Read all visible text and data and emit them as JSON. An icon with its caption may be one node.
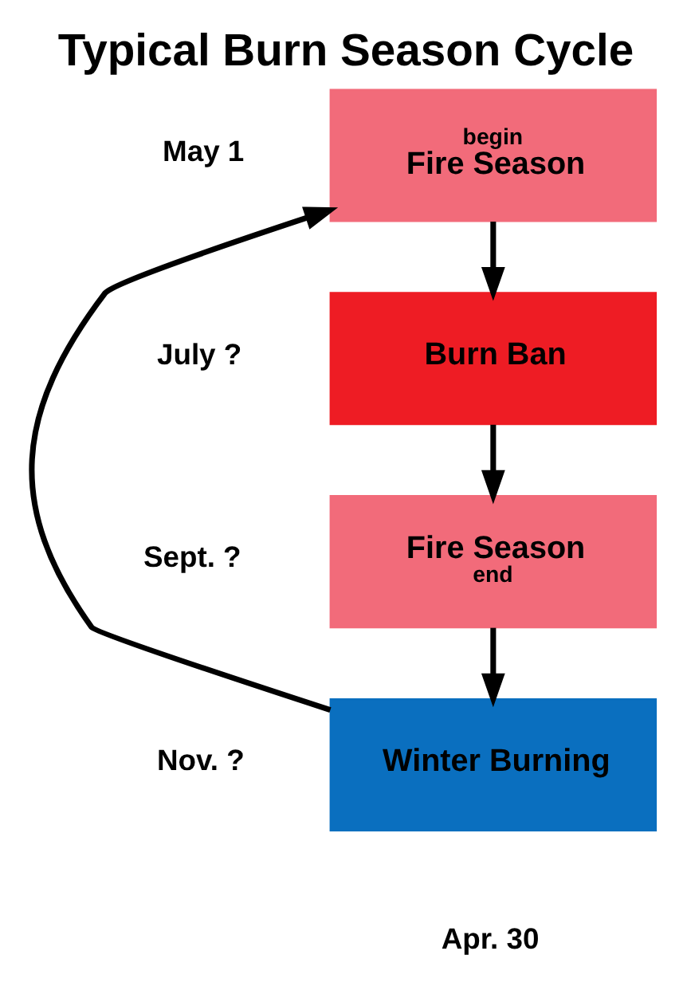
{
  "diagram": {
    "title": "Typical Burn Season Cycle",
    "nodes": [
      {
        "text": [
          "begin",
          "Fire Season"
        ],
        "beside": [
          "May 1"
        ]
      },
      {
        "text": [
          "Burn Ban"
        ],
        "beside": [
          "July ?"
        ]
      },
      {
        "text": [
          "Fire Season",
          "end"
        ],
        "beside": [
          "Sept. ?"
        ]
      },
      {
        "text": [
          "Winter Burning"
        ],
        "beside": [
          "Nov. ?",
          "Apr. 30"
        ]
      }
    ],
    "edges": [
      {
        "from": 0,
        "to": 1,
        "arrow": "to"
      },
      {
        "from": 1,
        "to": 2,
        "arrow": "to"
      },
      {
        "from": 2,
        "to": 3,
        "arrow": "to"
      },
      {
        "from": 3,
        "to": 0,
        "arrow": "to"
      }
    ]
  }
}
